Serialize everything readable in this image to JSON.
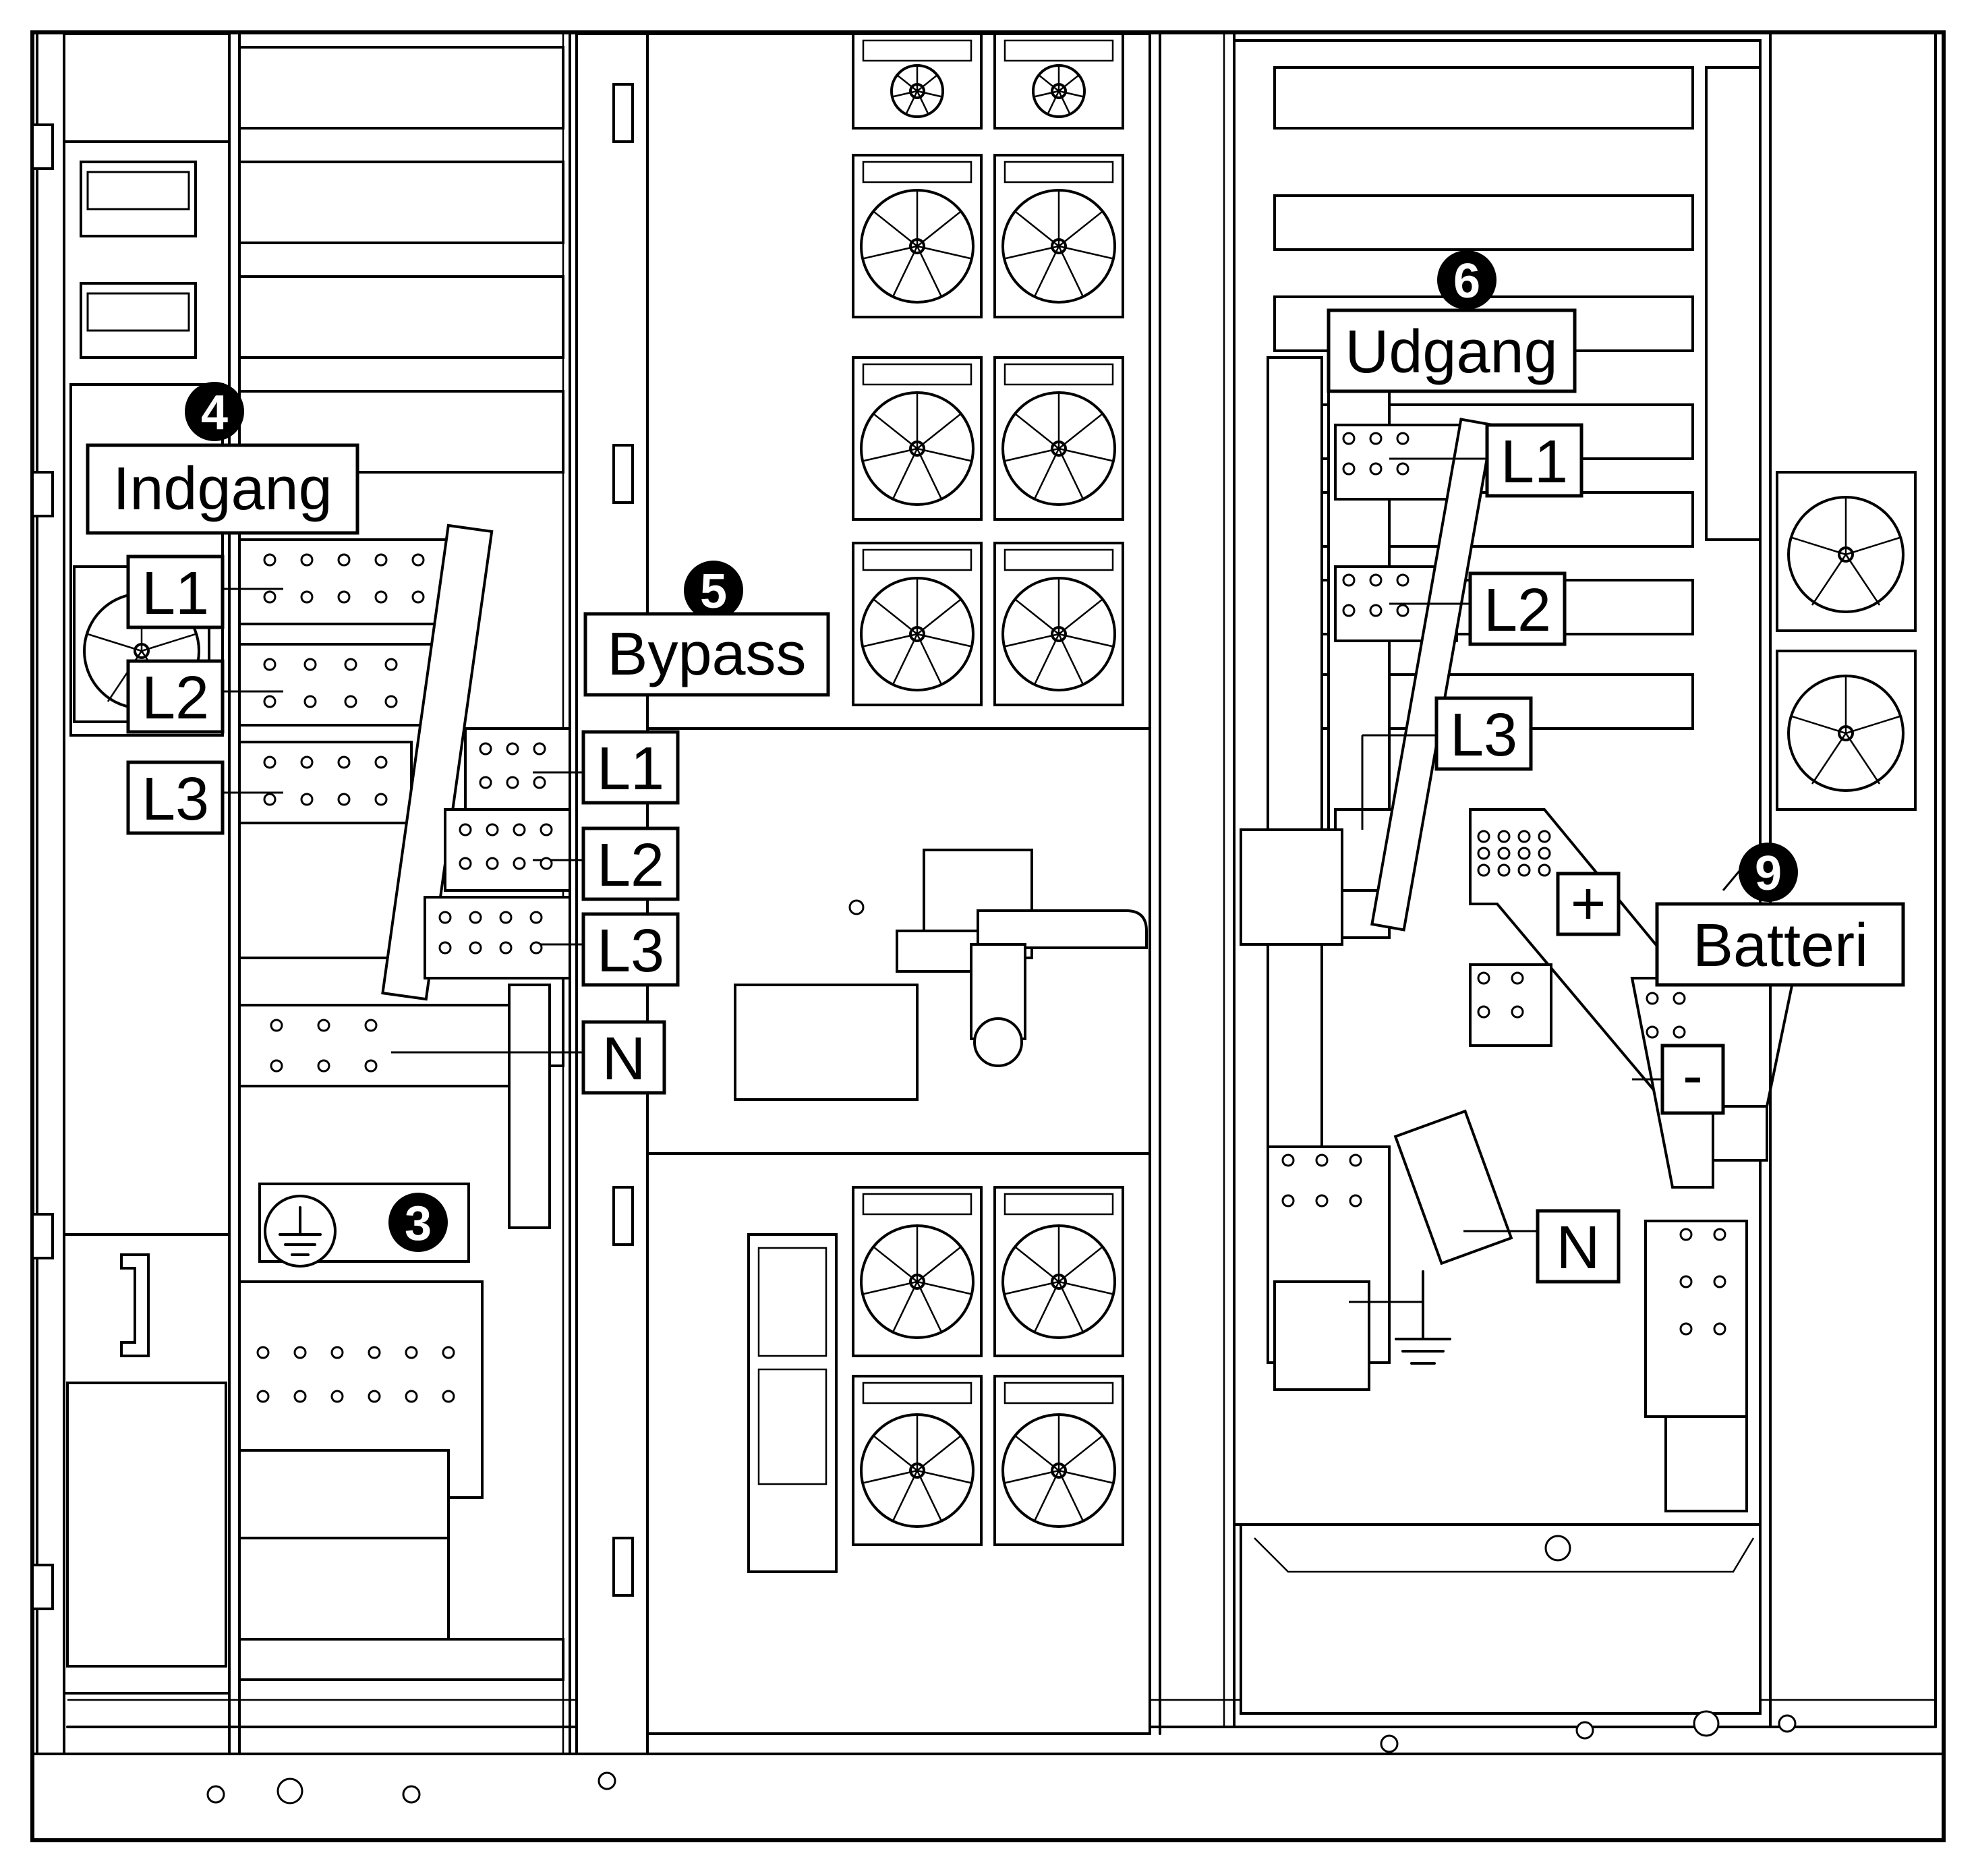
{
  "callouts": {
    "input": {
      "number": "4",
      "title": "Indgang",
      "phases": [
        "L1",
        "L2",
        "L3"
      ]
    },
    "bypass": {
      "number": "5",
      "title": "Bypass",
      "phases": [
        "L1",
        "L2",
        "L3",
        "N"
      ]
    },
    "output": {
      "number": "6",
      "title": "Udgang",
      "phases": [
        "L1",
        "L2",
        "L3"
      ]
    },
    "battery": {
      "number": "9",
      "title": "Batteri",
      "plus": "+",
      "minus": "-"
    },
    "ground": {
      "number": "3"
    },
    "output_neutral": "N"
  },
  "icons": [
    "protective-earth-icon",
    "ground-symbol-icon",
    "fan-icon"
  ]
}
